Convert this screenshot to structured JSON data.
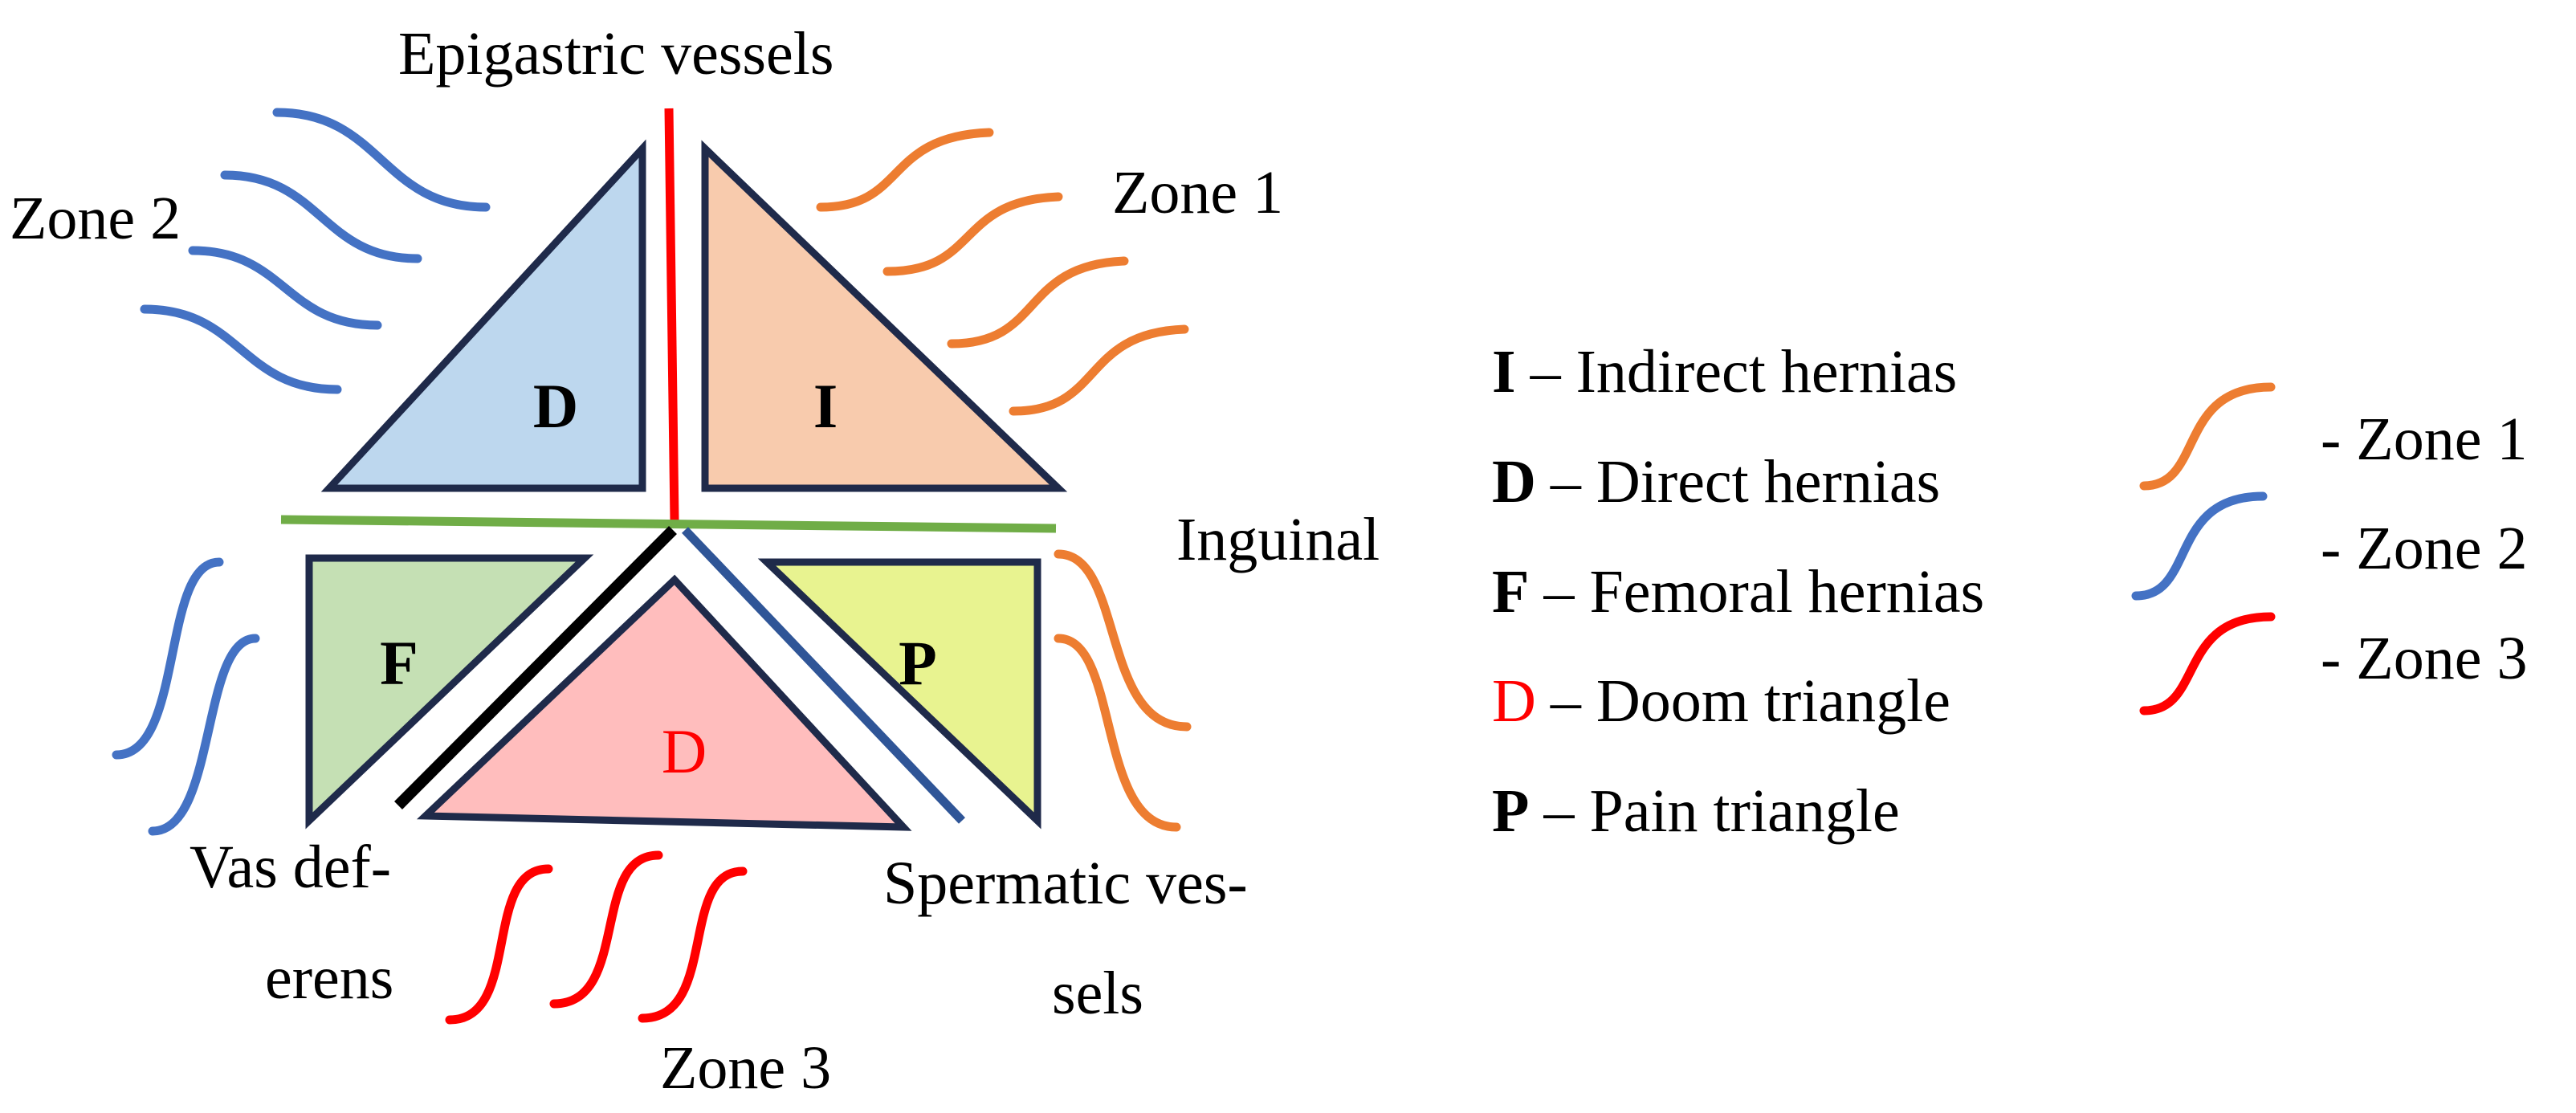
{
  "labels": {
    "epigastric": "Epigastric vessels",
    "zone1": "Zone 1",
    "zone2": "Zone 2",
    "zone3": "Zone 3",
    "inguinal": "Inguinal",
    "vas_line1": "Vas def-",
    "vas_line2": "erens",
    "sperm_line1": "Spermatic ves-",
    "sperm_line2": "sels"
  },
  "triangles": {
    "direct": {
      "letter": "D",
      "fill": "#BDD7EE",
      "text_color": "#000000"
    },
    "indirect": {
      "letter": "I",
      "fill": "#F8CBAD",
      "text_color": "#000000"
    },
    "femoral": {
      "letter": "F",
      "fill": "#C5E0B4",
      "text_color": "#000000"
    },
    "doom": {
      "letter": "D",
      "fill": "#FFBDBD",
      "text_color": "#FF0000"
    },
    "pain": {
      "letter": "P",
      "fill": "#E8F390",
      "text_color": "#000000"
    }
  },
  "legend": {
    "items": [
      {
        "key": "I",
        "text": "– Indirect hernias",
        "key_color": "#000000"
      },
      {
        "key": "D",
        "text": "– Direct hernias",
        "key_color": "#000000"
      },
      {
        "key": "F",
        "text": "– Femoral hernias",
        "key_color": "#000000"
      },
      {
        "key": "D",
        "text": "– Doom triangle",
        "key_color": "#FF0000"
      },
      {
        "key": "P",
        "text": "– Pain triangle",
        "key_color": "#000000"
      }
    ],
    "zones": [
      {
        "text": "- Zone 1",
        "color": "#ED7D31"
      },
      {
        "text": "- Zone 2",
        "color": "#4472C4"
      },
      {
        "text": "- Zone 3",
        "color": "#FF0000"
      }
    ]
  },
  "colors": {
    "outline": "#1F2A4A",
    "epigastric_line": "#FF0000",
    "inguinal_line": "#70AD47",
    "vas_line": "#000000",
    "spermatic_line": "#2F5597",
    "zone1": "#ED7D31",
    "zone2": "#4472C4",
    "zone3": "#FF0000"
  }
}
